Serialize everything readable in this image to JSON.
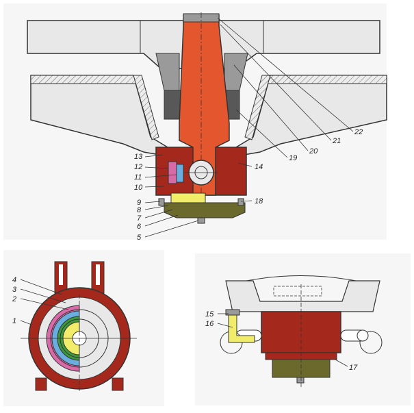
{
  "colors": {
    "paper": "#f6f6f6",
    "frame": "#e8e8e8",
    "pin": "#e4572e",
    "housing": "#a5281c",
    "bush": "#585858",
    "seat": "#9a9a9a",
    "oil": "#f1ec6a",
    "cover": "#6b6a2c",
    "ring_green": "#3c9a3c",
    "ring_blue": "#6aaee0",
    "ring_pink": "#d86aa8",
    "line": "#333333"
  },
  "callouts": {
    "c1": "1",
    "c2": "2",
    "c3": "3",
    "c4": "4",
    "c5": "5",
    "c6": "6",
    "c7": "7",
    "c8": "8",
    "c9": "9",
    "c10": "10",
    "c11": "11",
    "c12": "12",
    "c13": "13",
    "c14": "14",
    "c15": "15",
    "c16": "16",
    "c17": "17",
    "c18": "18",
    "c19": "19",
    "c20": "20",
    "c21": "21",
    "c22": "22"
  }
}
